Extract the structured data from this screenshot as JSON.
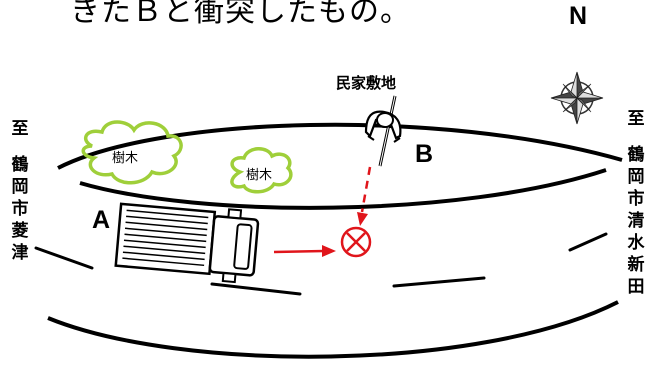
{
  "top_text": "きたＢと衝突したもの。",
  "left_label": {
    "to": "至",
    "place": [
      "鶴",
      "岡",
      "市",
      "菱",
      "津"
    ]
  },
  "right_label": {
    "to": "至",
    "place": [
      "鶴",
      "岡",
      "市",
      "清",
      "水",
      "新",
      "田"
    ]
  },
  "north": "N",
  "private_land": "民家敷地",
  "vehicle_a": "A",
  "party_b": "B",
  "tree_labels": [
    "樹木",
    "樹木"
  ],
  "colors": {
    "arrow": "#e0151b",
    "tree": "#9fcf3a",
    "road": "#000000"
  }
}
